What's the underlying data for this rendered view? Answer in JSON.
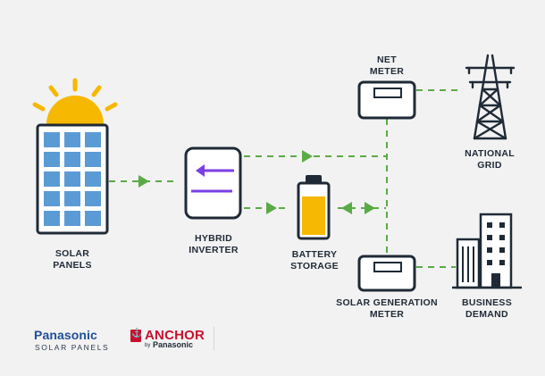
{
  "labels": {
    "solar_panels": [
      "SOLAR",
      "PANELS"
    ],
    "hybrid_inverter": [
      "HYBRID",
      "INVERTER"
    ],
    "battery_storage": [
      "BATTERY",
      "STORAGE"
    ],
    "net_meter": [
      "NET",
      "METER"
    ],
    "national_grid": [
      "NATIONAL",
      "GRID"
    ],
    "solar_generation_meter": [
      "SOLAR GENERATION",
      "METER"
    ],
    "business_demand": [
      "BUSINESS",
      "DEMAND"
    ]
  },
  "brands": {
    "panasonic": "Panasonic",
    "panasonic_sub": "SOLAR PANELS",
    "anchor": "ANCHOR",
    "anchor_by": "by",
    "anchor_sub": "Panasonic"
  },
  "colors": {
    "outline": "#1f2a36",
    "sun": "#f6b800",
    "panel_cell": "#5b9bd5",
    "flow_green": "#5aab45",
    "battery_fill": "#f6b800",
    "inverter_arrow": "#7b3fe4",
    "background": "#f2f2f2"
  },
  "icons": {
    "sun": "sun-icon",
    "solar_panel": "solar-panel-icon",
    "inverter": "inverter-icon",
    "battery": "battery-icon",
    "meter": "meter-icon",
    "pylon": "power-pylon-icon",
    "building": "office-building-icon"
  }
}
